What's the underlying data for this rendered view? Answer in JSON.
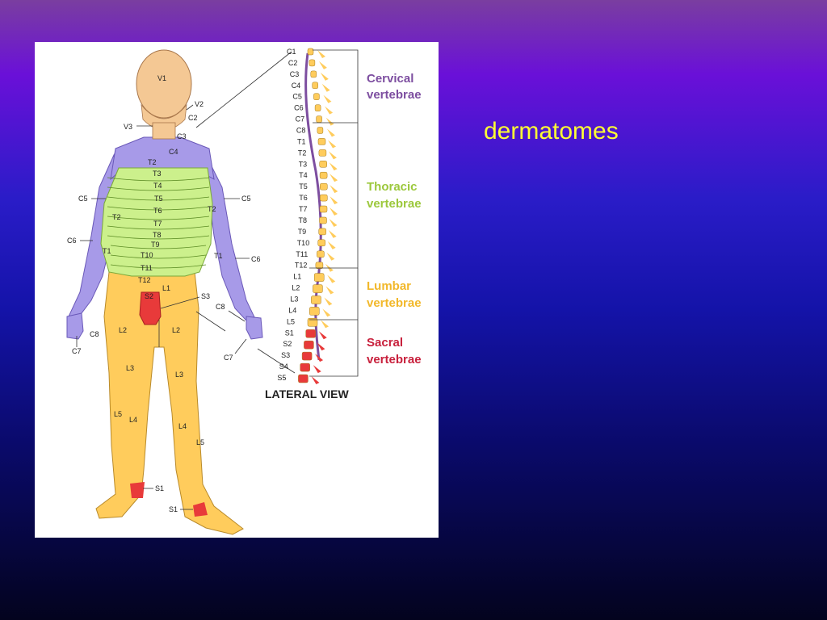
{
  "slide": {
    "title": "dermatomes"
  },
  "figure": {
    "body_labels": {
      "head": [
        "V1",
        "V2",
        "V3",
        "C2",
        "C3",
        "C4"
      ],
      "trunk": [
        "T2",
        "T3",
        "T4",
        "T5",
        "T6",
        "T7",
        "T8",
        "T9",
        "T10",
        "T11",
        "T12"
      ],
      "arm_left": [
        "C5",
        "T2",
        "C6",
        "T1",
        "C8",
        "C7"
      ],
      "arm_right": [
        "C5",
        "T2",
        "T1",
        "C6",
        "C8",
        "C7"
      ],
      "pelvis": [
        "L1",
        "S2",
        "S3"
      ],
      "legs": [
        "L2",
        "L2",
        "L3",
        "L3",
        "L5",
        "L4",
        "L4",
        "L5",
        "S1",
        "S1"
      ]
    },
    "spine_labels": [
      "C1",
      "C2",
      "C3",
      "C4",
      "C5",
      "C6",
      "C7",
      "C8",
      "T1",
      "T2",
      "T3",
      "T4",
      "T5",
      "T6",
      "T7",
      "T8",
      "T9",
      "T10",
      "T11",
      "T12",
      "L1",
      "L2",
      "L3",
      "L4",
      "L5",
      "S1",
      "S2",
      "S3",
      "S4",
      "S5"
    ],
    "groups": [
      {
        "line1": "Cervical",
        "line2": "vertebrae",
        "color": "#7d4ea0"
      },
      {
        "line1": "Thoracic",
        "line2": "vertebrae",
        "color": "#9cc83c"
      },
      {
        "line1": "Lumbar",
        "line2": "vertebrae",
        "color": "#f2b82a"
      },
      {
        "line1": "Sacral",
        "line2": "vertebrae",
        "color": "#c8203c"
      }
    ],
    "view_label": "LATERAL VIEW",
    "colors": {
      "skin": "#f4c894",
      "cervical": "#a79ae8",
      "thoracic": "#ccf08c",
      "lumbar": "#ffcc5c",
      "sacral": "#e83a3a"
    }
  }
}
